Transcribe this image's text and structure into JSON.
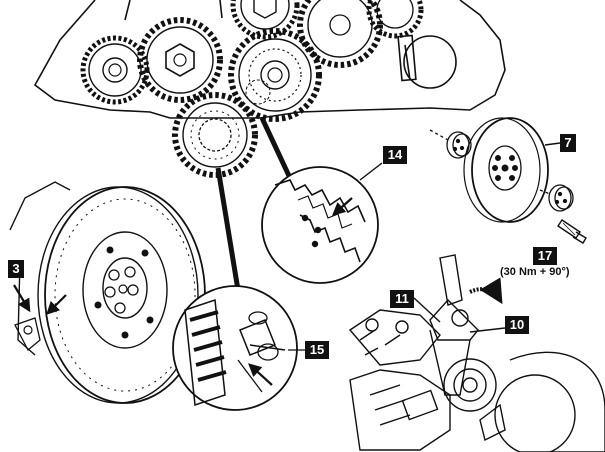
{
  "callouts": {
    "c3": "3",
    "c7": "7",
    "c10": "10",
    "c11": "11",
    "c14": "14",
    "c15": "15",
    "c17": "17"
  },
  "torque_note": "(30 Nm + 90°)",
  "icons": [
    "arrow-icon",
    "rotation-direction-icon"
  ],
  "colors": {
    "ink": "#111111",
    "paper": "#ffffff",
    "label_bg": "#111111",
    "label_fg": "#ffffff"
  }
}
